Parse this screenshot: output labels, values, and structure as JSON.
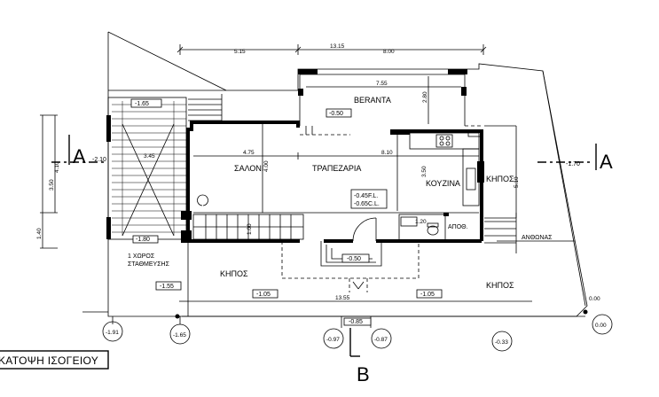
{
  "rooms": {
    "veranda": "BERANTA",
    "saloni": "ΣΑΛΟΝΙ",
    "trapezaria": "ΤΡΑΠΕΖΑΡΙΑ",
    "kouzina": "ΚΟΥΖΙΝΑ",
    "kipos_right": "ΚΗΠΟΣ",
    "kipos_bottom_left": "ΚΗΠΟΣ",
    "kipos_bottom_right": "ΚΗΠΟΣ",
    "apoth": "ΑΠΟΘ.",
    "anthonas": "ΑΝΘΩΝΑΣ",
    "parking_line1": "1  ΧΩΡΟΣ",
    "parking_line2": "ΣΤΑΘΜΕΥΣΗΣ"
  },
  "levels": {
    "veranda": "-0.50",
    "interior_fl": "-0.45F.L.",
    "interior_cl": "-0.65C.L.",
    "entry": "-0.50",
    "parking_top": "-1.65",
    "parking_bottom": "-1.80",
    "garden_left": "-1.55",
    "garden_mid": "-1.05",
    "garden_right": "-1.05",
    "section_a_right": "-1.70",
    "section_a_left": "-2.10",
    "entry_bottom": "-0.85",
    "corner_right": "0.00"
  },
  "dimensions": {
    "top_total": "13.15",
    "top_left": "5.15",
    "top_right": "8.00",
    "veranda_width": "7.55",
    "veranda_depth": "2.80",
    "living_width": "4.75",
    "dining_width": "8.10",
    "living_depth": "4.00",
    "kitchen_depth": "3.50",
    "right_depth": "5.10",
    "left_dim_a": "3.50",
    "left_dim_b": "4.10",
    "left_dim_c": "1.40",
    "parking_dim": "3.45",
    "stair_dim": "1.00",
    "bottom_total": "13.55",
    "wc_dim": "1.20"
  },
  "markers": {
    "m1": "-1.91",
    "m2": "-1.65",
    "m3": "-0.97",
    "m4": "-0.87",
    "m5": "-0.33",
    "m6": "0.00"
  },
  "section_labels": {
    "left": "A",
    "right": "A",
    "bottom": "B"
  },
  "title": "ΚΑΤΟΨΗ ΙΣΟΓΕΙΟΥ"
}
